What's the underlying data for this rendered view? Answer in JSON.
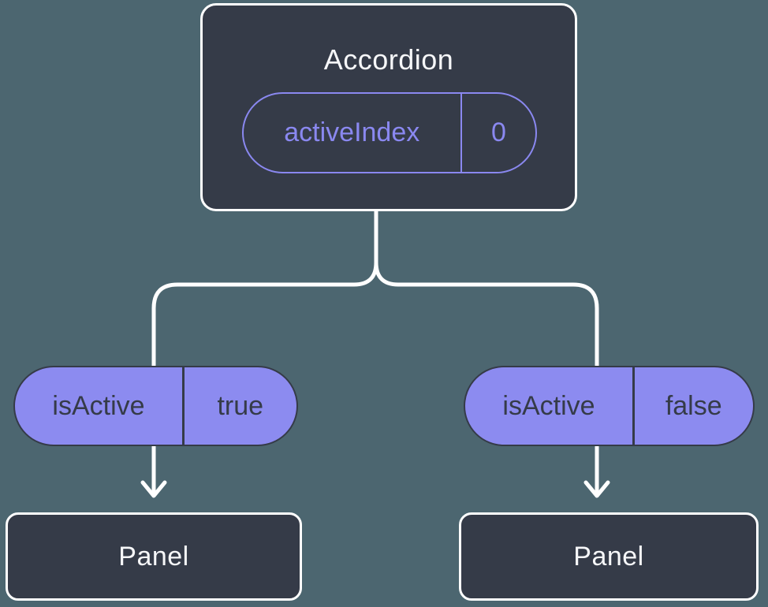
{
  "diagram": {
    "type": "component-tree",
    "colors": {
      "background": "#4C6670",
      "node_fill": "#353B48",
      "node_border": "#FFFFFF",
      "accent_purple": "#8A88F0",
      "pill_fill": "#8C8BF0",
      "pill_text": "#353B48",
      "connector": "#FFFFFF"
    },
    "root": {
      "title": "Accordion",
      "state_pill": {
        "label": "activeIndex",
        "value": "0"
      }
    },
    "children": [
      {
        "prop_pill": {
          "label": "isActive",
          "value": "true"
        },
        "node": {
          "title": "Panel"
        }
      },
      {
        "prop_pill": {
          "label": "isActive",
          "value": "false"
        },
        "node": {
          "title": "Panel"
        }
      }
    ]
  }
}
